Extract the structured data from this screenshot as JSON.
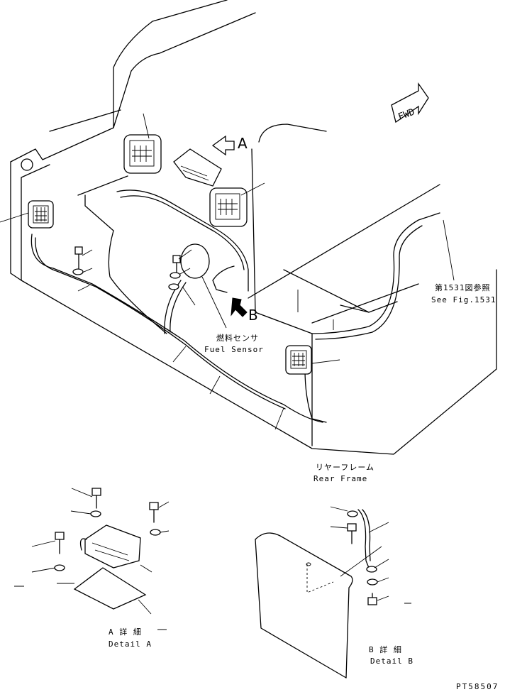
{
  "labels": {
    "view_a": "A",
    "view_b": "B",
    "fwd": "FWD",
    "fig_ref_jp": "第1531図参照",
    "fig_ref_en": "See Fig.1531",
    "fuel_sensor_jp": "燃料センサ",
    "fuel_sensor_en": "Fuel Sensor",
    "rear_frame_jp": "リヤーフレーム",
    "rear_frame_en": "Rear Frame",
    "detail_a_jp": "A 詳 細",
    "detail_a_en": "Detail A",
    "detail_b_jp": "B 詳 細",
    "detail_b_en": "Detail B",
    "drawing_number": "PT58507"
  }
}
